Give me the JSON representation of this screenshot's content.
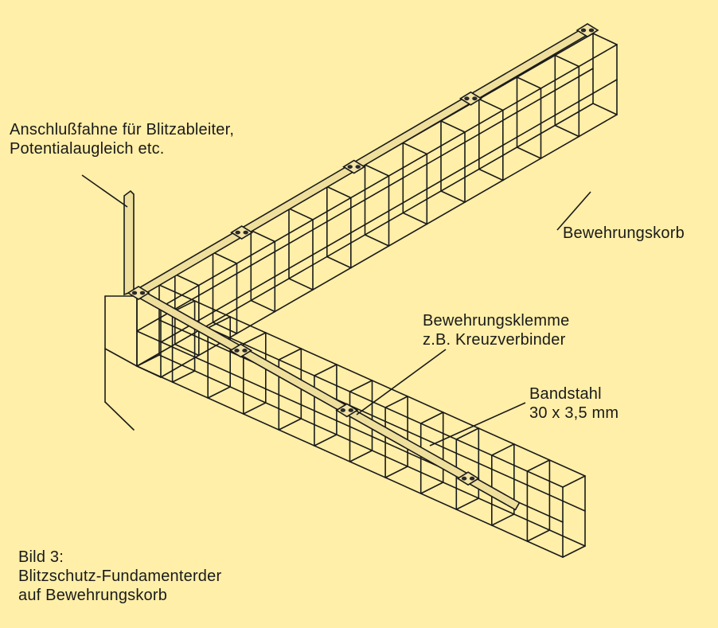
{
  "figure": {
    "background_color": "#FFEFA8",
    "line_color": "#1a1a1a",
    "strap_color": "#efdf9c",
    "labels": {
      "connection_lug": [
        "Anschlußfahne für Blitzableiter,",
        "Potentialaugleich etc."
      ],
      "cage": [
        "Bewehrungskorb"
      ],
      "clamp": [
        "Bewehrungsklemme",
        "z.B. Kreuzverbinder"
      ],
      "strip_steel": [
        "Bandstahl",
        "30 x 3,5 mm"
      ]
    },
    "caption": [
      "Bild 3:",
      "Blitzschutz-Fundamenterder",
      "auf Bewehrungskorb"
    ]
  }
}
